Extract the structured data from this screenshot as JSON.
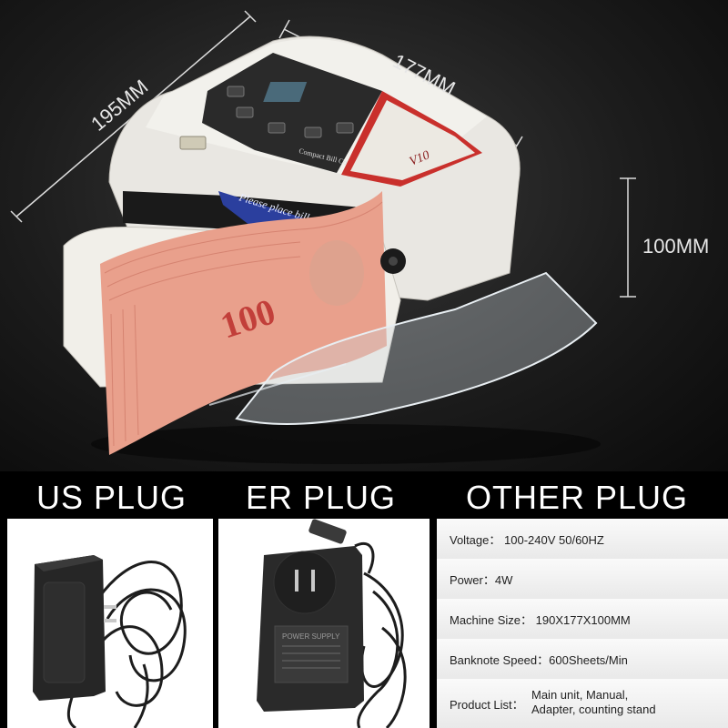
{
  "product": {
    "dimensions": {
      "width": "195MM",
      "depth": "177MM",
      "height": "100MM"
    },
    "machine_text": {
      "model": "V10",
      "banner": "Please place bill orderly.",
      "sub_title": "Compact Bill Counter",
      "banknote_value": "100"
    }
  },
  "plugs": [
    {
      "label": "US PLUG"
    },
    {
      "label": "ER PLUG"
    },
    {
      "label": "OTHER PLUG"
    }
  ],
  "adapter_label": {
    "title": "POWER SUPPLY"
  },
  "specs": [
    {
      "label": "Voltage：",
      "value": "100-240V 50/60HZ"
    },
    {
      "label": "Power：",
      "value": "4W"
    },
    {
      "label": "Machine Size：",
      "value": "190X177X100MM"
    },
    {
      "label": "Banknote Speed：",
      "value": "600Sheets/Min"
    },
    {
      "label": "Product List：",
      "value": "Main unit, Manual,",
      "value2": "Adapter, counting stand"
    }
  ],
  "colors": {
    "background": "#000000",
    "spec_text": "#222222",
    "label_text": "#ffffff",
    "banner": "#2b3f9e",
    "banknote": "#e9a08c"
  }
}
